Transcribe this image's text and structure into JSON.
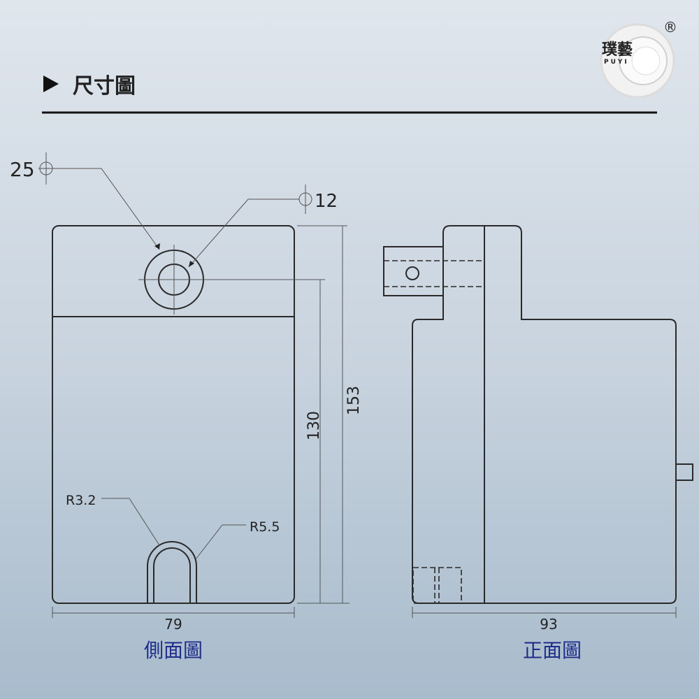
{
  "header": {
    "title": "尺寸圖"
  },
  "logo": {
    "text_cn": "璞藝",
    "text_en": "PUYI",
    "registered": "®"
  },
  "side_view": {
    "caption": "側面圖",
    "dims": {
      "hole_outer": "25",
      "hole_inner": "12",
      "height_hole": "130",
      "height_total": "153",
      "width": "79",
      "radius_inner": "R3.2",
      "radius_outer": "R5.5"
    }
  },
  "front_view": {
    "caption": "正面圖",
    "dims": {
      "width": "93"
    }
  }
}
